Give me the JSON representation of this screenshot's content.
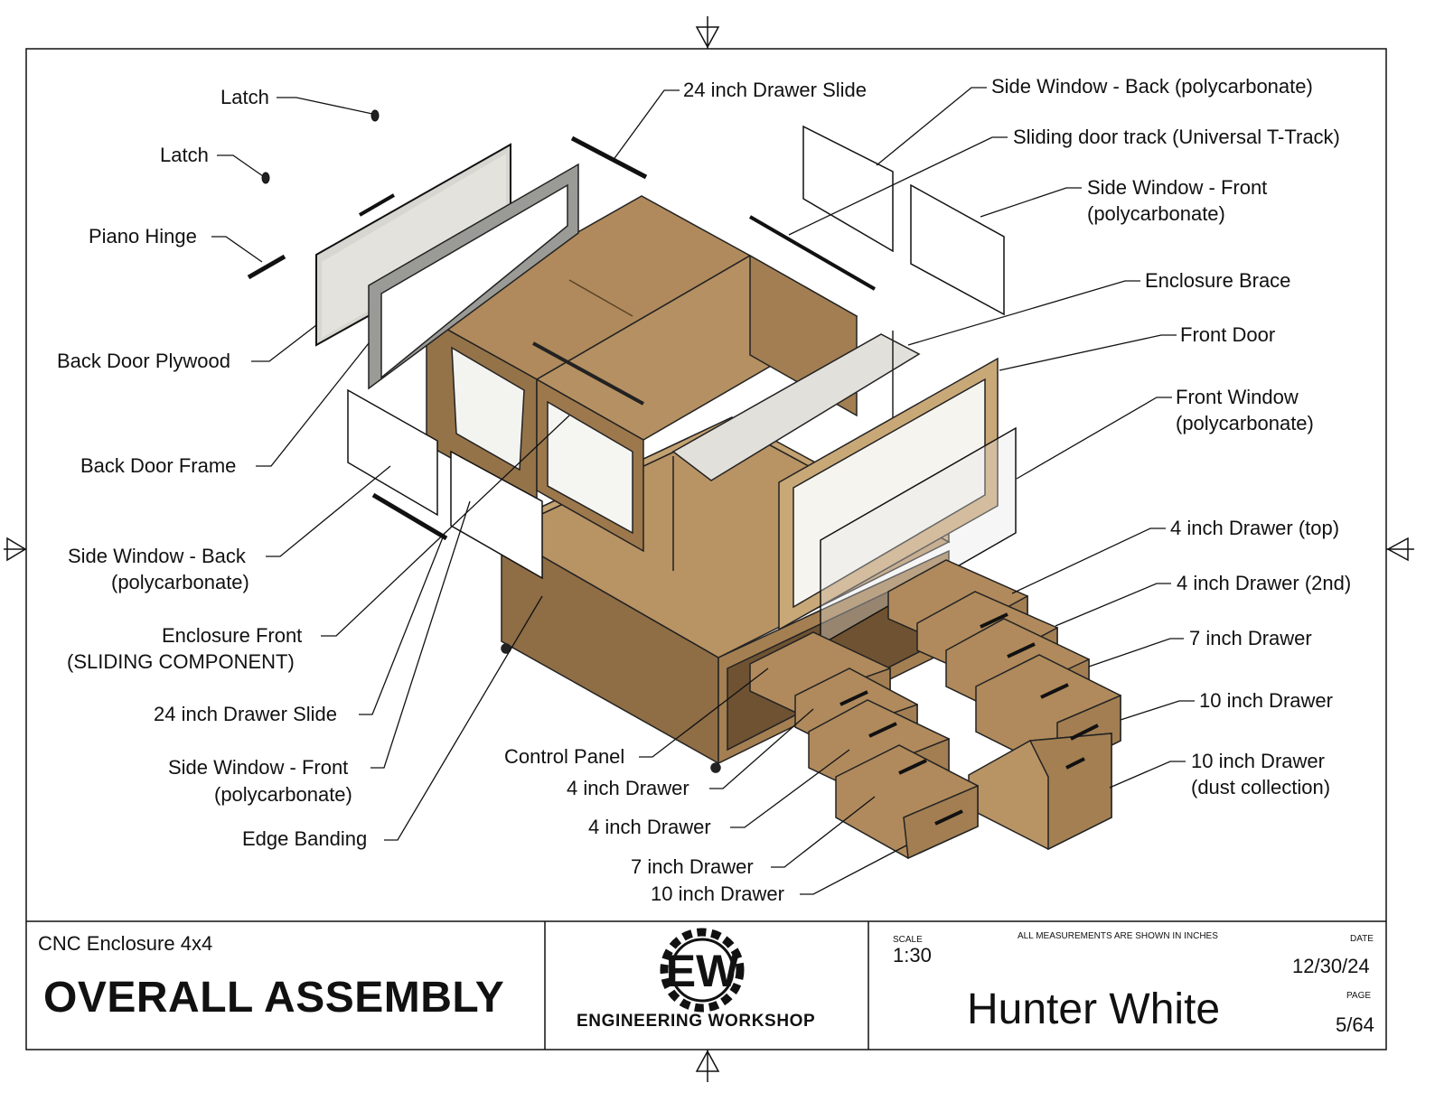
{
  "labels": {
    "latch_1": "Latch",
    "latch_2": "Latch",
    "piano_hinge": "Piano Hinge",
    "back_door_plywood": "Back Door Plywood",
    "back_door_frame": "Back Door Frame",
    "side_window_back_left": [
      "Side Window - Back",
      "(polycarbonate)"
    ],
    "enclosure_front": [
      "Enclosure Front",
      "(SLIDING COMPONENT)"
    ],
    "drawer_slide_left": "24 inch Drawer Slide",
    "side_window_front_left": [
      "Side Window - Front",
      "(polycarbonate)"
    ],
    "edge_banding": "Edge Banding",
    "control_panel": "Control Panel",
    "four_inch_drawer_1": "4 inch Drawer",
    "four_inch_drawer_2": "4 inch Drawer",
    "seven_inch_drawer_left": "7 inch Drawer",
    "ten_inch_drawer_left": "10 inch Drawer",
    "drawer_slide_top": "24 inch Drawer Slide",
    "side_window_back_right": "Side Window - Back (polycarbonate)",
    "sliding_door_track": "Sliding door track (Universal T-Track)",
    "side_window_front_right": [
      "Side Window - Front",
      "(polycarbonate)"
    ],
    "enclosure_brace": "Enclosure Brace",
    "front_door": "Front Door",
    "front_window": [
      "Front Window",
      "(polycarbonate)"
    ],
    "four_inch_drawer_top": "4 inch Drawer (top)",
    "four_inch_drawer_2nd": "4 inch Drawer (2nd)",
    "seven_inch_drawer_right": "7 inch Drawer",
    "ten_inch_drawer_right": "10 inch Drawer",
    "ten_inch_drawer_dust": [
      "10 inch Drawer",
      "(dust collection)"
    ]
  },
  "title_block": {
    "project": "CNC Enclosure 4x4",
    "title": "OVERALL ASSEMBLY",
    "company": "ENGINEERING WORKSHOP",
    "logo_letters": "EW",
    "scale_label": "SCALE",
    "scale": "1:30",
    "measurement_note": "ALL MEASUREMENTS ARE SHOWN IN INCHES",
    "date_label": "DATE",
    "date": "12/30/24",
    "page_label": "PAGE",
    "page": "5/64",
    "author": "Hunter White"
  },
  "colors": {
    "wood": "#b08a5c",
    "wood_dark": "#8a6a42",
    "wood_light": "#c9a878",
    "plywood_panel": "#e2e0da",
    "line": "#111111"
  }
}
